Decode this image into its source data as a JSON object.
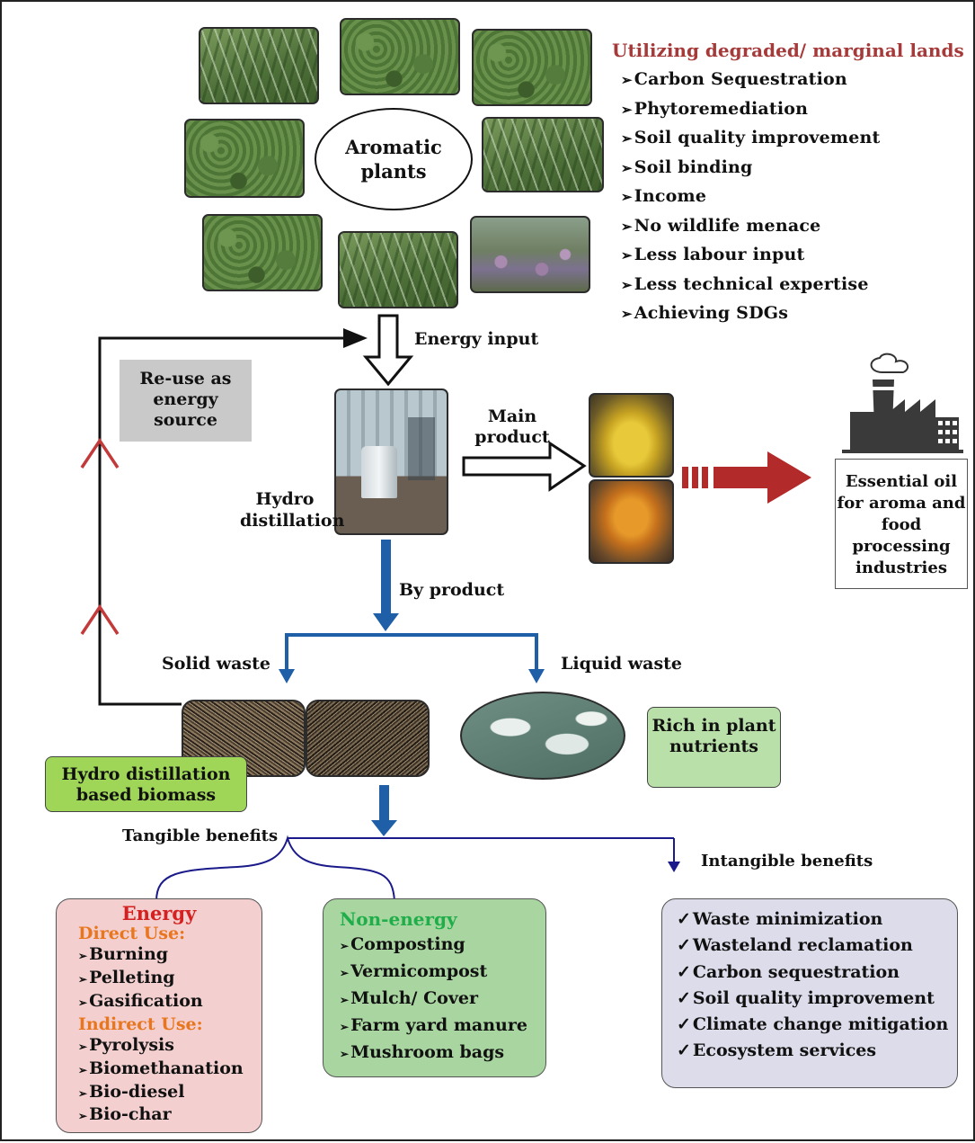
{
  "plants_label": "Aromatic plants",
  "lands": {
    "heading": "Utilizing degraded/ marginal lands",
    "items": [
      "Carbon Sequestration",
      "Phytoremediation",
      "Soil quality improvement",
      "Soil binding",
      "Income",
      "No wildlife menace",
      "Less labour input",
      "Less technical expertise",
      "Achieving SDGs"
    ]
  },
  "labels": {
    "energy_input": "Energy input",
    "reuse": "Re-use as energy source",
    "main_product": "Main product",
    "hydro_distillation": "Hydro distillation",
    "essential_oil": "Essential oil for aroma and food processing industries",
    "by_product": "By product",
    "solid_waste": "Solid waste",
    "liquid_waste": "Liquid waste",
    "rich_nutrients": "Rich in plant nutrients",
    "biomass": "Hydro distillation based biomass",
    "tangible": "Tangible benefits",
    "intangible": "Intangible benefits"
  },
  "energy_box": {
    "title": "Energy",
    "direct_title": "Direct Use:",
    "direct": [
      "Burning",
      "Pelleting",
      "Gasification"
    ],
    "indirect_title": "Indirect Use:",
    "indirect": [
      "Pyrolysis",
      "Biomethanation",
      "Bio-diesel",
      "Bio-char"
    ]
  },
  "nonenergy_box": {
    "title": "Non-energy",
    "items": [
      "Composting",
      "Vermicompost",
      "Mulch/ Cover",
      "Farm yard manure",
      "Mushroom bags"
    ]
  },
  "intangible_box": {
    "items": [
      "Waste minimization",
      "Wasteland reclamation",
      "Carbon sequestration",
      "Soil quality improvement",
      "Climate change mitigation",
      "Ecosystem services"
    ]
  },
  "colors": {
    "heading_red": "#a63a3a",
    "energy_red": "#d42020",
    "orange": "#e8761e",
    "green_title": "#1fae4a",
    "blue": "#1f5fa8",
    "dark_red_arrow": "#b22a2a",
    "energy_fill": "#f3cfcf",
    "nonenergy_fill": "#a9d6a0",
    "intangible_fill": "#dcdcea",
    "biomass_fill": "#9fd657",
    "nutrient_fill": "#b9e0a8",
    "reuse_fill": "#c9c9c9"
  }
}
